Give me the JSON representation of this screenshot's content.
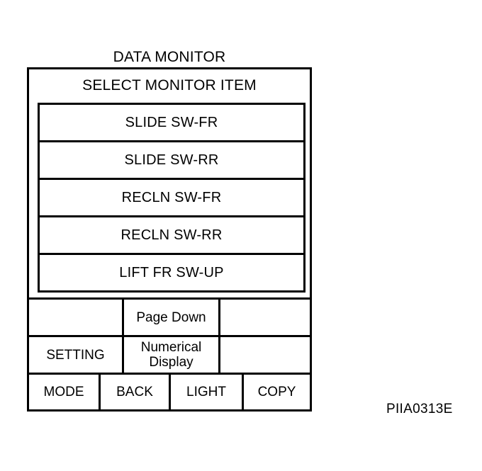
{
  "figure": {
    "title": "DATA MONITOR",
    "caption": "PIIA0313E"
  },
  "screen": {
    "header": "SELECT MONITOR ITEM",
    "monitor_items": [
      {
        "label": "SLIDE SW-FR"
      },
      {
        "label": "SLIDE SW-RR"
      },
      {
        "label": "RECLN SW-FR"
      },
      {
        "label": "RECLN SW-RR"
      },
      {
        "label": "LIFT FR SW-UP"
      }
    ],
    "soft_keys": {
      "row1": [
        {
          "label": ""
        },
        {
          "label": "Page Down"
        },
        {
          "label": ""
        }
      ],
      "row2": [
        {
          "label": "SETTING"
        },
        {
          "label_line1": "Numerical",
          "label_line2": "Display"
        },
        {
          "label": ""
        }
      ]
    },
    "hard_keys": [
      {
        "label": "MODE"
      },
      {
        "label": "BACK"
      },
      {
        "label": "LIGHT"
      },
      {
        "label": "COPY"
      }
    ]
  },
  "colors": {
    "background": "#ffffff",
    "ink": "#000000"
  }
}
